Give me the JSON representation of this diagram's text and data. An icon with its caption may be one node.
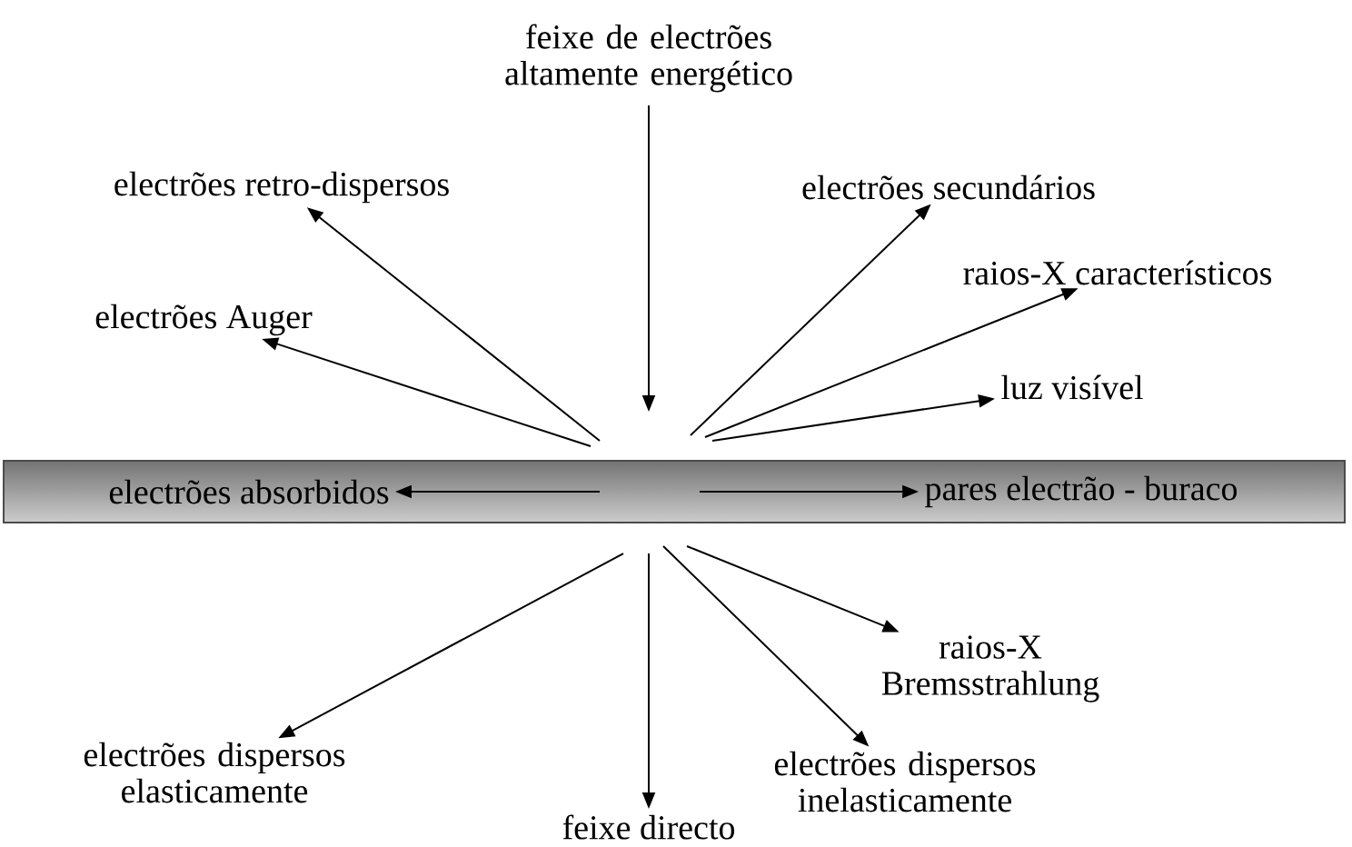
{
  "diagram": {
    "nodes": [
      {
        "text": [],
        "shape": "bar"
      },
      {
        "text": [
          "feixe de electrões altamente energético"
        ]
      },
      {
        "text": [
          "electrões retro-dispersos"
        ]
      },
      {
        "text": [
          "electrões Auger"
        ]
      },
      {
        "text": [
          "electrões secundários"
        ]
      },
      {
        "text": [
          "raios-X característicos"
        ]
      },
      {
        "text": [
          "luz visível"
        ]
      },
      {
        "text": [
          "electrões absorbidos"
        ],
        "in": 0
      },
      {
        "text": [
          "pares electrão - buraco"
        ],
        "in": 0
      },
      {
        "text": [
          "raios-X Bremsstrahlung"
        ]
      },
      {
        "text": [
          "electrões dispersos elasticamente"
        ]
      },
      {
        "text": [
          "feixe directo"
        ]
      },
      {
        "text": [
          "electrões dispersos inelasticamente"
        ]
      }
    ],
    "edges": [
      {
        "from": 1,
        "to": 0,
        "arrow": "to"
      },
      {
        "from": 0,
        "to": 2,
        "arrow": "to"
      },
      {
        "from": 0,
        "to": 3,
        "arrow": "to"
      },
      {
        "from": 0,
        "to": 4,
        "arrow": "to"
      },
      {
        "from": 0,
        "to": 5,
        "arrow": "to"
      },
      {
        "from": 0,
        "to": 6,
        "arrow": "to"
      },
      {
        "from": null,
        "to": 7,
        "arrow": "to"
      },
      {
        "from": null,
        "to": 8,
        "arrow": "to"
      },
      {
        "from": 0,
        "to": 9,
        "arrow": "to"
      },
      {
        "from": 0,
        "to": 10,
        "arrow": "to"
      },
      {
        "from": 0,
        "to": 11,
        "arrow": "to"
      },
      {
        "from": 0,
        "to": 12,
        "arrow": "to"
      }
    ]
  }
}
